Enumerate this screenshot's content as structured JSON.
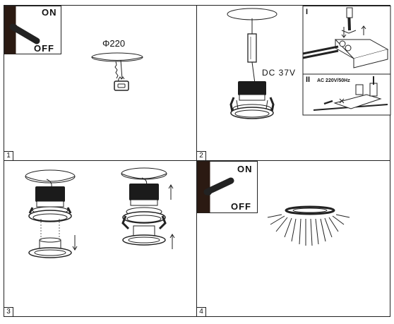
{
  "steps": [
    {
      "number": "1",
      "switch_on": "ON",
      "switch_off": "OFF",
      "diameter": "Φ220"
    },
    {
      "number": "2",
      "voltage_dc": "DC 37V",
      "inset_i_label": "I",
      "inset_ii_label": "II",
      "voltage_ac": "AC 220V/50Hz"
    },
    {
      "number": "3"
    },
    {
      "number": "4",
      "switch_on": "ON",
      "switch_off": "OFF"
    }
  ]
}
